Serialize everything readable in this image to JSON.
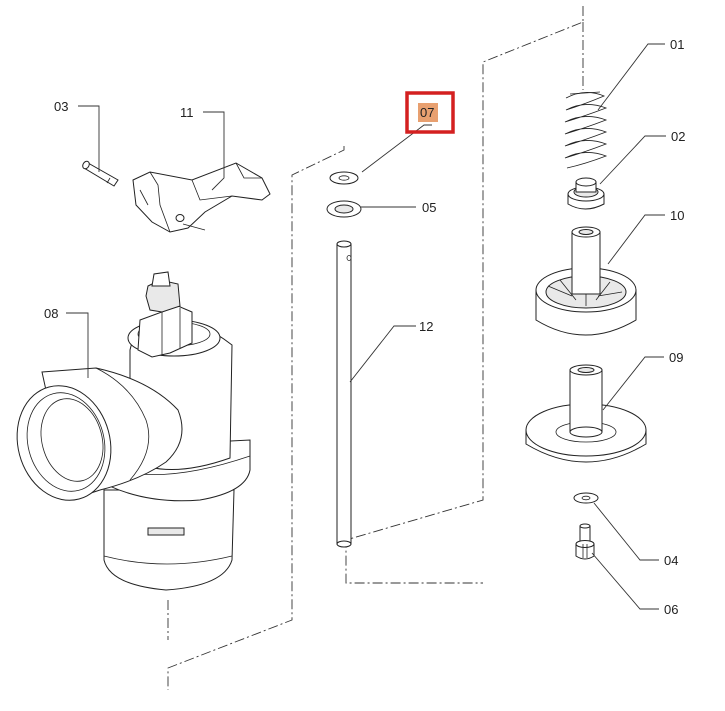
{
  "diagram": {
    "highlight_color": "#e8a070",
    "box_color": "#d42020",
    "labels": {
      "p01": "01",
      "p02": "02",
      "p03": "03",
      "p04": "04",
      "p05": "05",
      "p06": "06",
      "p07": "07",
      "p08": "08",
      "p09": "09",
      "p10": "10",
      "p11": "11",
      "p12": "12"
    },
    "highlighted_part": "07"
  }
}
